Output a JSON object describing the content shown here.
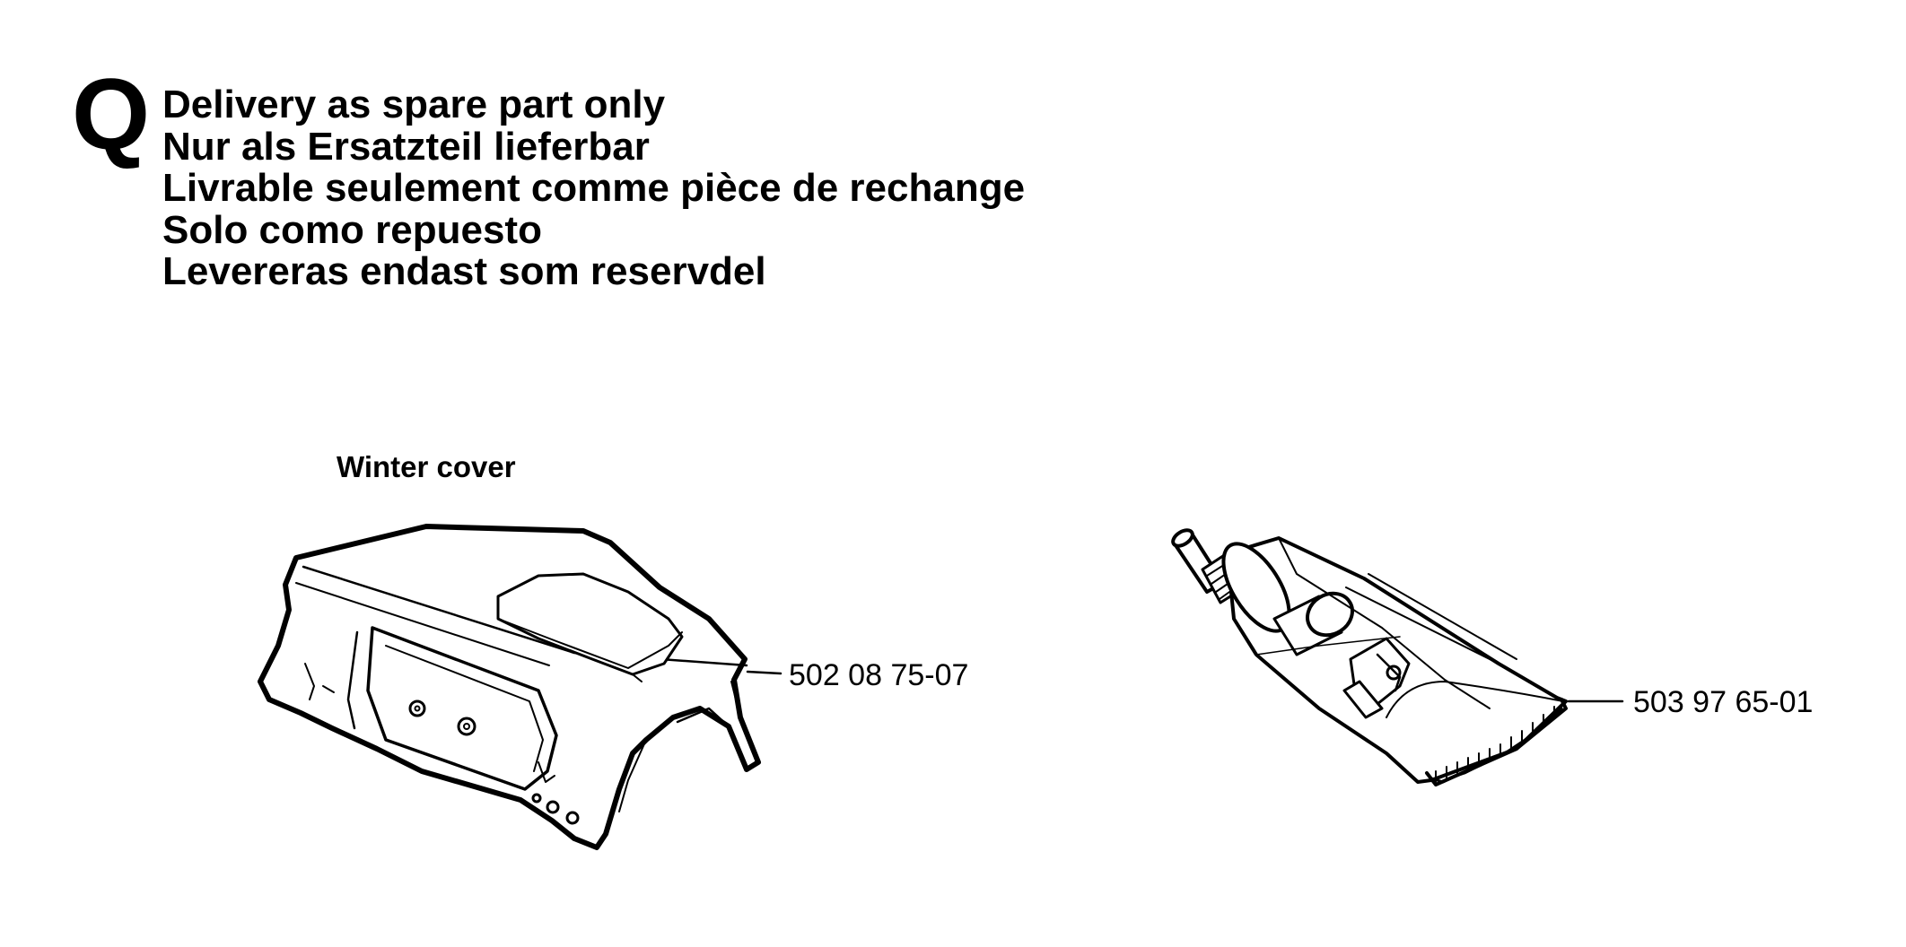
{
  "marker": "Q",
  "notice": [
    "Delivery as spare part only",
    "Nur als Ersatzteil lieferbar",
    "Livrable seulement comme pièce de rechange",
    "Solo como repuesto",
    "Levereras endast som reservdel"
  ],
  "parts": [
    {
      "caption": "Winter cover",
      "part_number": "502 08 75-07",
      "icon": "winter-cover-illustration"
    },
    {
      "caption": "",
      "part_number": "503 97 65-01",
      "icon": "grease-tube-illustration"
    }
  ]
}
